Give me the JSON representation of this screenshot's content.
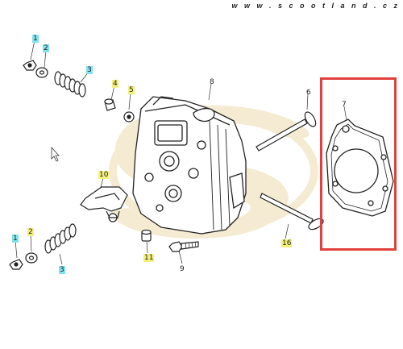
{
  "watermark": "w w w . s c o o t l a n d . c z",
  "callouts": [
    {
      "id": "c1a",
      "label": "1",
      "color": "cyan"
    },
    {
      "id": "c2a",
      "label": "2",
      "color": "cyan"
    },
    {
      "id": "c3a",
      "label": "3",
      "color": "cyan"
    },
    {
      "id": "c4",
      "label": "4",
      "color": "yellow"
    },
    {
      "id": "c5",
      "label": "5",
      "color": "yellow"
    },
    {
      "id": "c6",
      "label": "6",
      "color": "none"
    },
    {
      "id": "c7",
      "label": "7",
      "color": "none"
    },
    {
      "id": "c8",
      "label": "8",
      "color": "none"
    },
    {
      "id": "c10",
      "label": "10",
      "color": "yellow"
    },
    {
      "id": "c1b",
      "label": "1",
      "color": "cyan"
    },
    {
      "id": "c2b",
      "label": "2",
      "color": "yellow"
    },
    {
      "id": "c3b",
      "label": "3",
      "color": "cyan"
    },
    {
      "id": "c11",
      "label": "11",
      "color": "yellow"
    },
    {
      "id": "c9",
      "label": "9",
      "color": "none"
    },
    {
      "id": "c16",
      "label": "16",
      "color": "yellow"
    }
  ],
  "highlight": {
    "part": "7",
    "color": "#e2403c"
  },
  "colors": {
    "line": "#222222",
    "logo": "#f2e7c8"
  }
}
